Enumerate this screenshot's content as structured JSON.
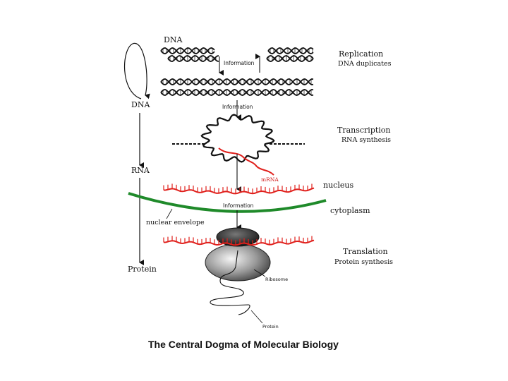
{
  "diagram": {
    "caption": "The Central Dogma of Molecular Biology",
    "left_axis": {
      "dna_top": "DNA",
      "dna": "DNA",
      "rna": "RNA",
      "protein": "Protein"
    },
    "info_labels": {
      "replication": "Information",
      "transcription": "Information",
      "translation": "Information"
    },
    "stages": {
      "replication_title": "Replication",
      "replication_sub": "DNA duplicates",
      "transcription_title": "Transcription",
      "transcription_sub": "RNA synthesis",
      "translation_title": "Translation",
      "translation_sub": "Protein synthesis"
    },
    "compartments": {
      "mrna": "mRNA",
      "nucleus": "nucleus",
      "cytoplasm": "cytoplasm",
      "nuclear_envelope": "nuclear envelope"
    },
    "parts": {
      "ribosome": "Ribosome",
      "protein": "Protein"
    },
    "colors": {
      "rna": "#e0201c",
      "envelope": "#1f8a2a",
      "dna": "#111111"
    }
  }
}
